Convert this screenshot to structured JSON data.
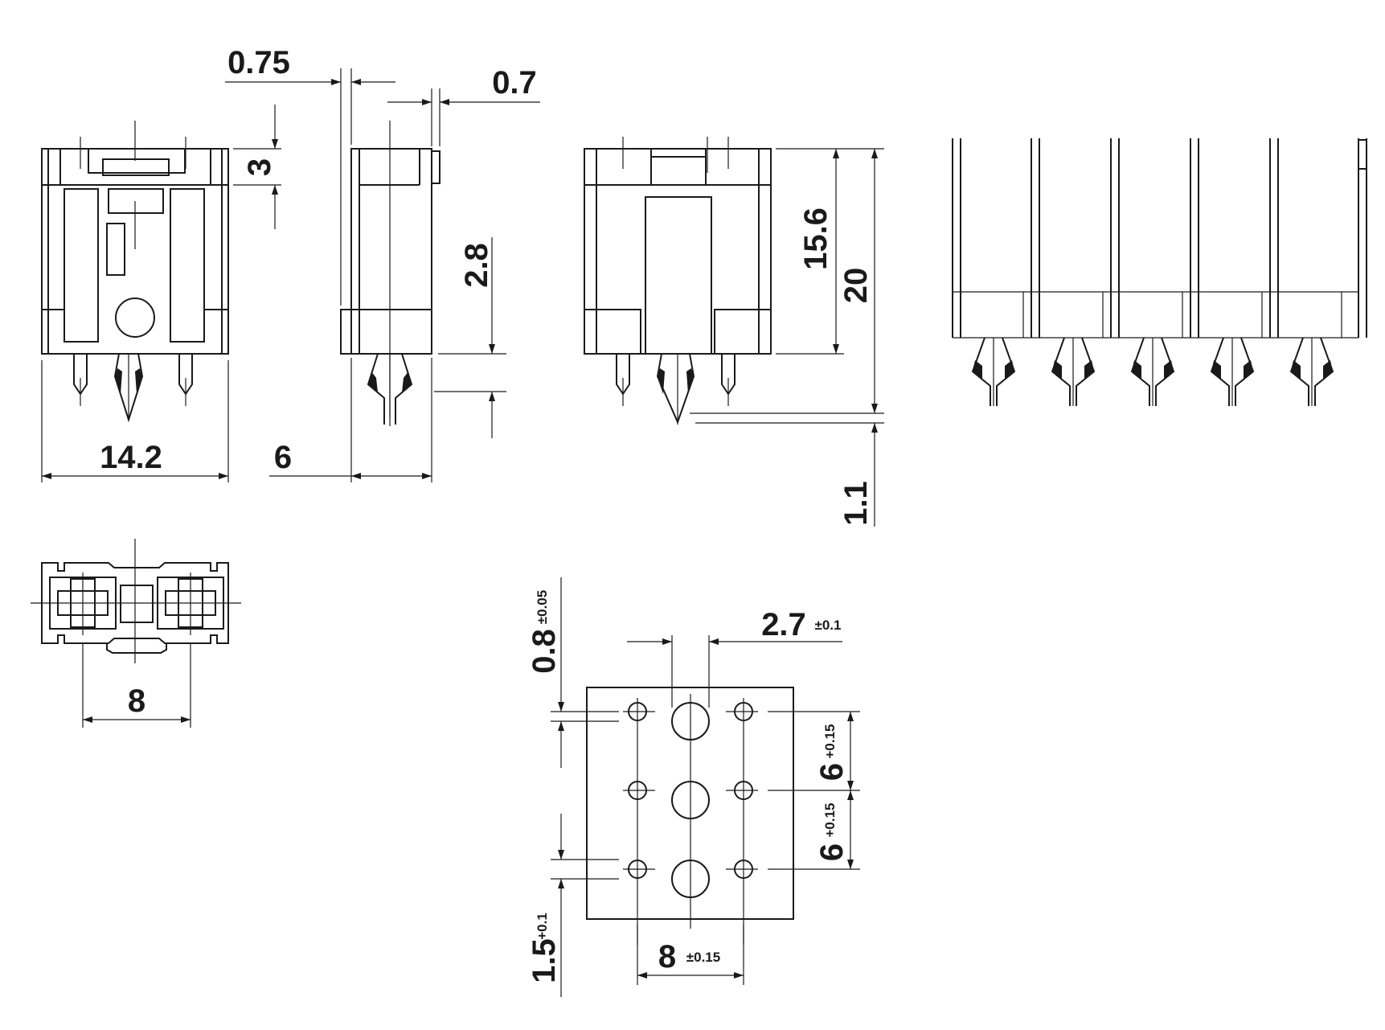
{
  "dimensions": {
    "d_0_75": "0.75",
    "d_0_7": "0.7",
    "d_3": "3",
    "d_2_8": "2.8",
    "d_15_6": "15.6",
    "d_20": "20",
    "d_14_2": "14.2",
    "d_6": "6",
    "d_1_1": "1.1",
    "d_8": "8"
  },
  "pcb_dimensions": {
    "hole_offset": "0.8",
    "hole_offset_tol": "±0.05",
    "big_hole": "2.7",
    "big_hole_tol": "±0.1",
    "pitch_upper": "6",
    "pitch_upper_tol": "+0.15",
    "pitch_lower": "6",
    "pitch_lower_tol": "+0.15",
    "edge_offset": "1.5",
    "edge_offset_tol": "+0.1",
    "spacing": "8",
    "spacing_tol": "±0.15"
  }
}
